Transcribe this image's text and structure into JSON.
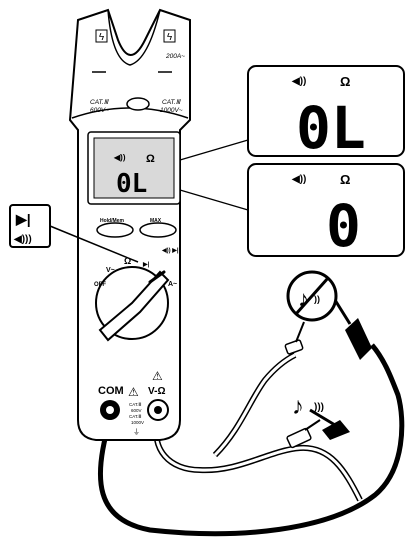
{
  "jaw": {
    "hazard_left": "ϟ",
    "hazard_right": "ϟ",
    "current_rating": "200A~"
  },
  "ratings": {
    "left_line1": "CAT.Ⅲ",
    "left_line2": "600V~",
    "right_line1": "CAT.Ⅲ",
    "right_line2": "1000V~"
  },
  "display": {
    "readout": "0L",
    "beeper_symbol": "◀))",
    "ohm_symbol": "Ω"
  },
  "callout_top": {
    "beeper_symbol": "◀))",
    "ohm_symbol": "Ω",
    "readout": "0L"
  },
  "callout_bottom": {
    "beeper_symbol": "◀))",
    "ohm_symbol": "Ω",
    "readout": "0"
  },
  "function_badge": {
    "diode_symbol": "▶|",
    "beeper_symbol": "◀)))"
  },
  "buttons": {
    "left_label": "Hold/Mem",
    "right_label": "MAX"
  },
  "dial": {
    "off": "OFF",
    "v_ac": "V~",
    "ohm": "Ω",
    "diode": "▶|",
    "a_ac": "A~"
  },
  "terminals": {
    "com_label": "COM",
    "v_label": "V-Ω",
    "warning_left": "⚠",
    "warning_right": "⚠",
    "rating_line1": "CAT.Ⅲ",
    "rating_line2": "600V",
    "rating_line3": "CAT.Ⅲ",
    "rating_line4": "1000V",
    "ground": "⏚"
  },
  "icons": {
    "no_sound": "no-sound-icon",
    "sound": "sound-icon"
  },
  "colors": {
    "ink": "#000000",
    "lcd": "#d9d9d9",
    "paper": "#ffffff"
  }
}
